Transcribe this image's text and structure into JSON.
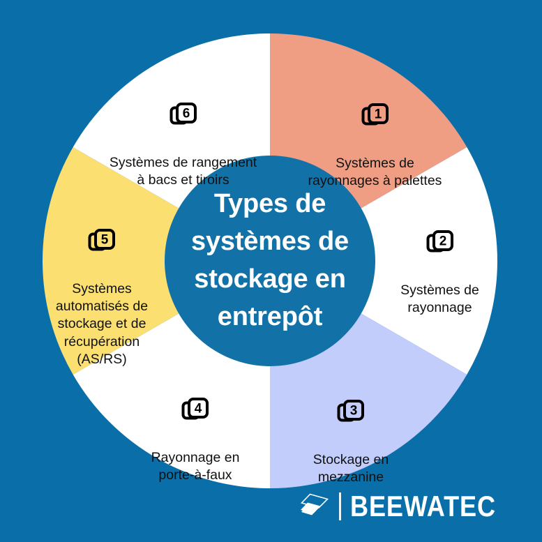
{
  "title": "Types de systèmes de stockage en entrepôt",
  "center": {
    "title": "Types de\nsystèmes de\nstockage en\nentrepôt"
  },
  "colors": {
    "background": "#0a6ea8",
    "hub": "#1272a8",
    "segment_salmon": "#ef9e83",
    "segment_white": "#ffffff",
    "segment_lavender": "#c2cdfb",
    "segment_yellow": "#fbdf70",
    "text_dark": "#111111",
    "text_light": "#ffffff"
  },
  "segments": [
    {
      "number": "1",
      "icon": "layers-number-icon",
      "label": "Systèmes de\nrayonnages à palettes",
      "color": "#ef9e83",
      "start_angle": 0,
      "end_angle": 60
    },
    {
      "number": "2",
      "icon": "layers-number-icon",
      "label": "Systèmes de\nrayonnage",
      "color": "#ffffff",
      "start_angle": 60,
      "end_angle": 120
    },
    {
      "number": "3",
      "icon": "layers-number-icon",
      "label": "Stockage en\nmezzanine",
      "color": "#c2cdfb",
      "start_angle": 120,
      "end_angle": 180
    },
    {
      "number": "4",
      "icon": "layers-number-icon",
      "label": "Rayonnage en\nporte-à-faux",
      "color": "#ffffff",
      "start_angle": 180,
      "end_angle": 240
    },
    {
      "number": "5",
      "icon": "layers-number-icon",
      "label": "Systèmes\nautomatisés de\nstockage et de\nrécupération\n(AS/RS)",
      "color": "#fbdf70",
      "start_angle": 240,
      "end_angle": 300
    },
    {
      "number": "6",
      "icon": "layers-number-icon",
      "label": "Systèmes de rangement\nà bacs et tiroirs",
      "color": "#ffffff",
      "start_angle": 300,
      "end_angle": 360
    }
  ],
  "logo": {
    "wordmark": "BEEWATEC",
    "mark": "beewatec-logo-icon"
  }
}
